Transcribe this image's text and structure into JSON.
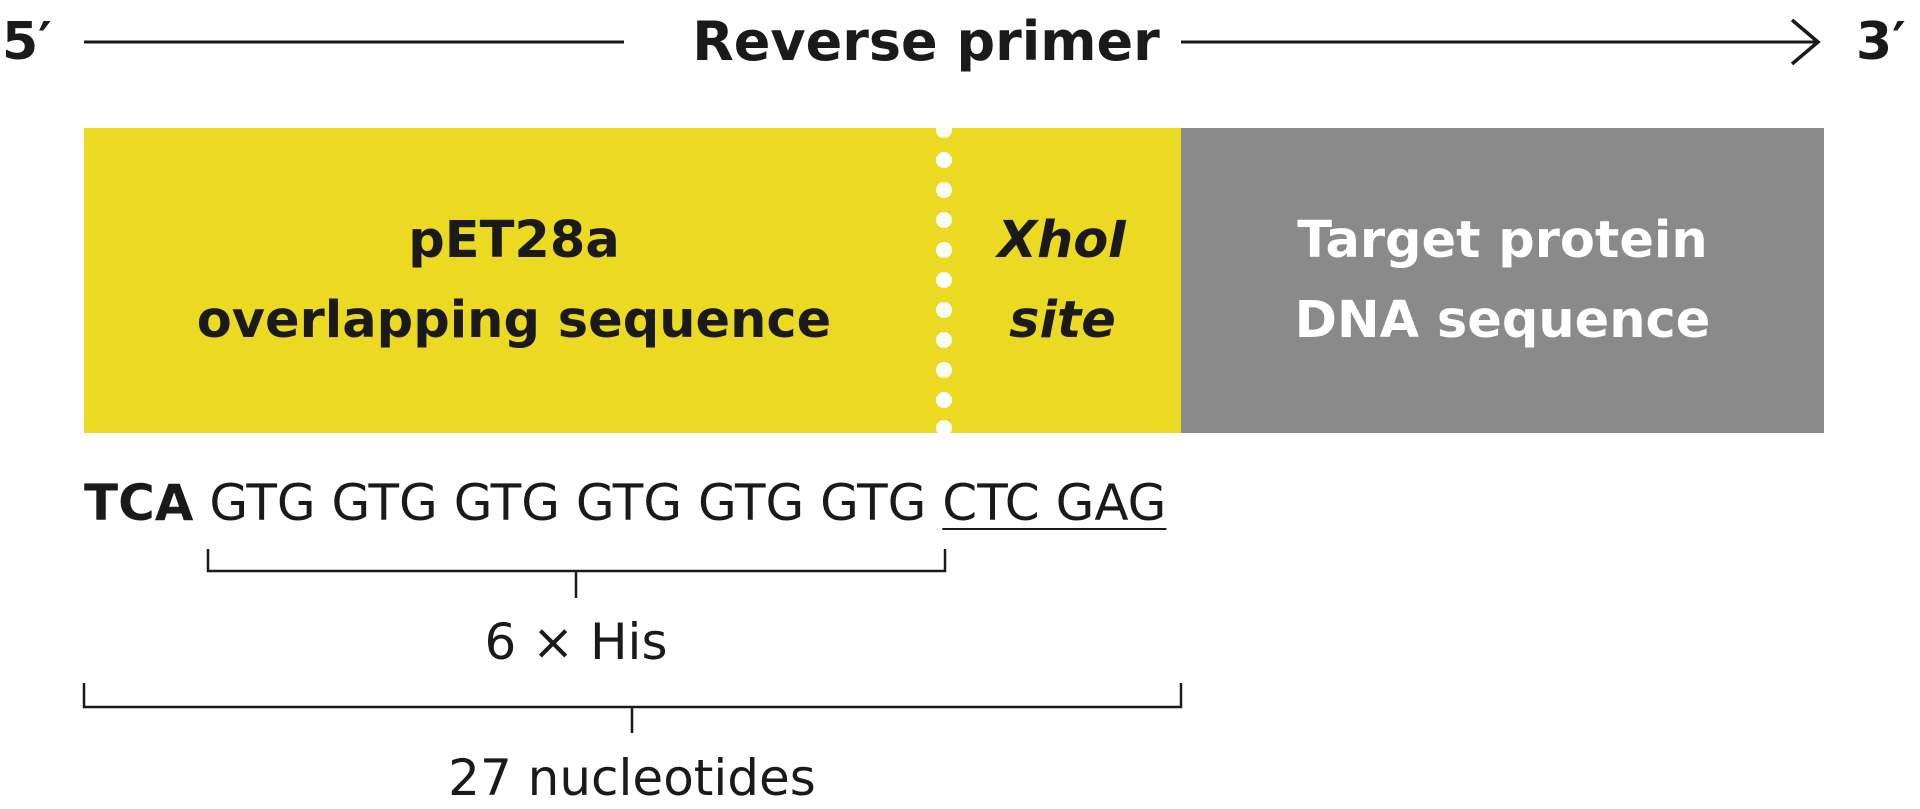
{
  "header": {
    "five_prime": "5′",
    "title": "Reverse primer",
    "three_prime": "3′"
  },
  "blocks": {
    "overlap": {
      "line1": "pET28a",
      "line2": "overlapping sequence"
    },
    "xhoi": {
      "line1": "XhoI",
      "line2": "site"
    },
    "target": {
      "line1": "Target protein",
      "line2": "DNA sequence"
    }
  },
  "sequence": {
    "prefix": "TCA",
    "his_codons": "GTG GTG GTG GTG GTG GTG",
    "site": "CTC GAG"
  },
  "annotations": {
    "his_label": "6 × His",
    "length_label": "27 nucleotides"
  },
  "colors": {
    "yellow": "#ecd922",
    "gray": "#8a8a8b",
    "text": "#1a1a1a"
  }
}
